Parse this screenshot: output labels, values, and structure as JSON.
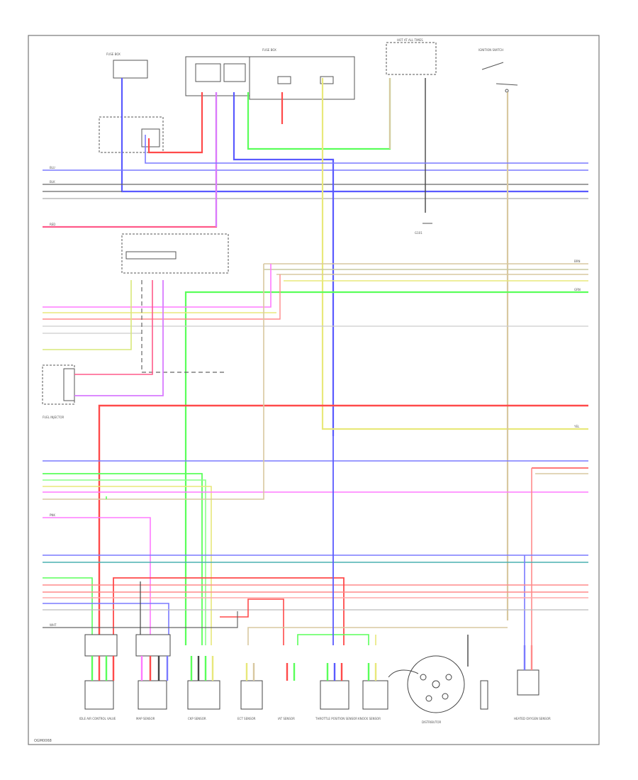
{
  "footer": {
    "code": "OGM0068"
  },
  "labels": {
    "fuse_box_top_left": "FUSE BOX",
    "fuse_box_top_center": "FUSE BOX",
    "power_top": "HOT AT ALL TIMES",
    "ignition_switch": "IGNITION SWITCH",
    "ground_mid": "G101",
    "distributor": "DISTRIBUTOR",
    "component_1": "IDLE AIR CONTROL VALVE",
    "component_2": "MAP SENSOR",
    "component_3": "CKP SENSOR",
    "component_4": "ECT SENSOR",
    "component_5": "IAT SENSOR",
    "component_6": "THROTTLE POSITION SENSOR",
    "component_7": "KNOCK SENSOR",
    "component_8": "FUEL INJECTOR",
    "component_9": "HEATED OXYGEN SENSOR",
    "wire_blk": "BLK",
    "wire_blu": "BLU",
    "wire_red": "RED",
    "wire_grn": "GRN",
    "wire_yel": "YEL",
    "wire_wht": "WHT",
    "wire_pnk": "PNK",
    "wire_brn": "BRN"
  },
  "colors": {
    "red": "#ff4a4a",
    "blue": "#5a5aff",
    "green": "#5aff5a",
    "yellow": "#e8e87a",
    "pink": "#ff7aff",
    "tan": "#d8c8a0",
    "black": "#444444",
    "gray": "#bbbbbb",
    "teal": "#4ab0b0"
  }
}
